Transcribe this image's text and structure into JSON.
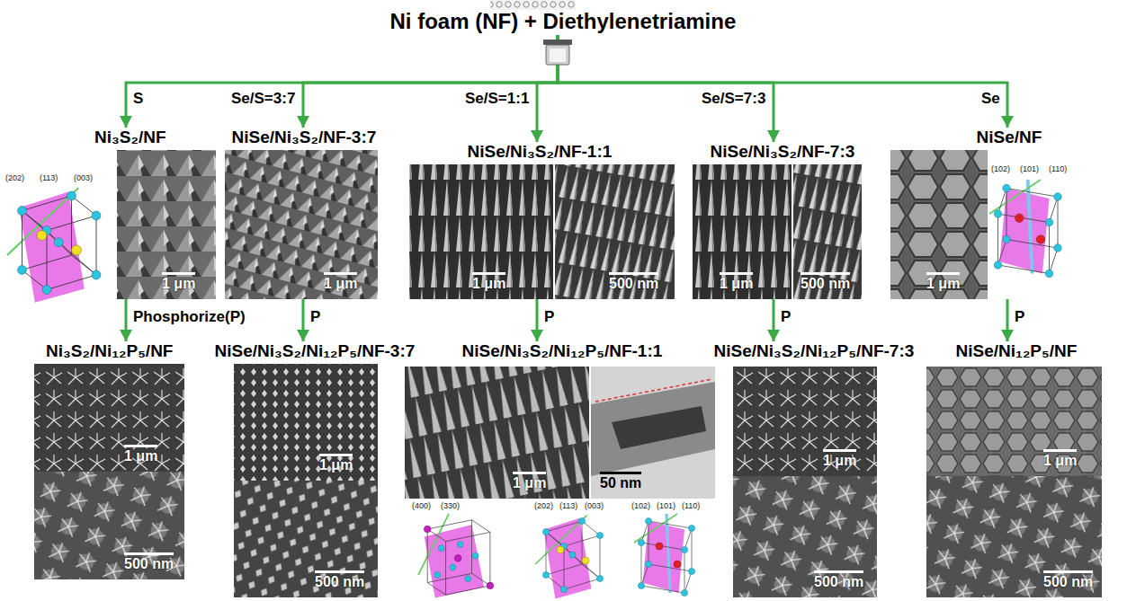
{
  "diagram": {
    "nodes": [
      {
        "text": [
          "Ni foam (NF) + Diethylenetriamine"
        ]
      },
      {
        "text": [
          "Ni₃S₂/NF"
        ]
      },
      {
        "text": [
          "1 μm"
        ],
        "in": 1
      },
      {
        "text": [
          "NiSe/Ni₃S₂/NF-3:7"
        ]
      },
      {
        "text": [
          "1 μm"
        ],
        "in": 3
      },
      {
        "text": [
          "NiSe/Ni₃S₂/NF-1:1"
        ]
      },
      {
        "text": [
          "1 μm"
        ],
        "in": 5
      },
      {
        "text": [
          "500 nm"
        ],
        "in": 5
      },
      {
        "text": [
          "NiSe/Ni₃S₂/NF-7:3"
        ]
      },
      {
        "text": [
          "1 μm"
        ],
        "in": 8
      },
      {
        "text": [
          "500 nm"
        ],
        "in": 8
      },
      {
        "text": [
          "NiSe/NF"
        ]
      },
      {
        "text": [
          "1 μm"
        ],
        "in": 11
      },
      {
        "text": [
          "Ni₃S₂/Ni₁₂P₅/NF"
        ]
      },
      {
        "text": [
          "1 μm"
        ],
        "in": 13
      },
      {
        "text": [
          "500 nm"
        ],
        "in": 13
      },
      {
        "text": [
          "NiSe/Ni₃S₂/Ni₁₂P₅/NF-3:7"
        ]
      },
      {
        "text": [
          "1 μm"
        ],
        "in": 16
      },
      {
        "text": [
          "500 nm"
        ],
        "in": 16
      },
      {
        "text": [
          "NiSe/Ni₃S₂/Ni₁₂P₅/NF-1:1"
        ]
      },
      {
        "text": [
          "1 μm"
        ],
        "in": 19
      },
      {
        "text": [
          "50 nm"
        ],
        "in": 19
      },
      {
        "text": [
          "NiSe/Ni₃S₂/Ni₁₂P₅/NF-7:3"
        ]
      },
      {
        "text": [
          "1 μm"
        ],
        "in": 22
      },
      {
        "text": [
          "500 nm"
        ],
        "in": 22
      },
      {
        "text": [
          "NiSe/Ni₁₂P₅/NF"
        ]
      },
      {
        "text": [
          "1 μm"
        ],
        "in": 25
      },
      {
        "text": [
          "500 nm"
        ],
        "in": 25
      }
    ],
    "edges": [
      {
        "from": 0,
        "to": 1,
        "arrow": "to",
        "label": "S"
      },
      {
        "from": 0,
        "to": 3,
        "arrow": "to",
        "label": "Se/S=3:7"
      },
      {
        "from": 0,
        "to": 5,
        "arrow": "to",
        "label": "Se/S=1:1"
      },
      {
        "from": 0,
        "to": 8,
        "arrow": "to",
        "label": "Se/S=7:3"
      },
      {
        "from": 0,
        "to": 11,
        "arrow": "to",
        "label": "Se"
      },
      {
        "from": 1,
        "to": 13,
        "arrow": "to",
        "label": "Phosphorize(P)"
      },
      {
        "from": 3,
        "to": 16,
        "arrow": "to",
        "label": "P"
      },
      {
        "from": 5,
        "to": 19,
        "arrow": "to",
        "label": "P"
      },
      {
        "from": 8,
        "to": 22,
        "arrow": "to",
        "label": "P"
      },
      {
        "from": 11,
        "to": 25,
        "arrow": "to",
        "label": "P"
      }
    ],
    "labels": [
      "(202)",
      "(113)",
      "(003)",
      "(102)",
      "(101)",
      "(110)",
      "(400)",
      "(330)",
      "(202)",
      "(113)",
      "(003)",
      "(102)",
      "(101)",
      "(110)"
    ]
  }
}
